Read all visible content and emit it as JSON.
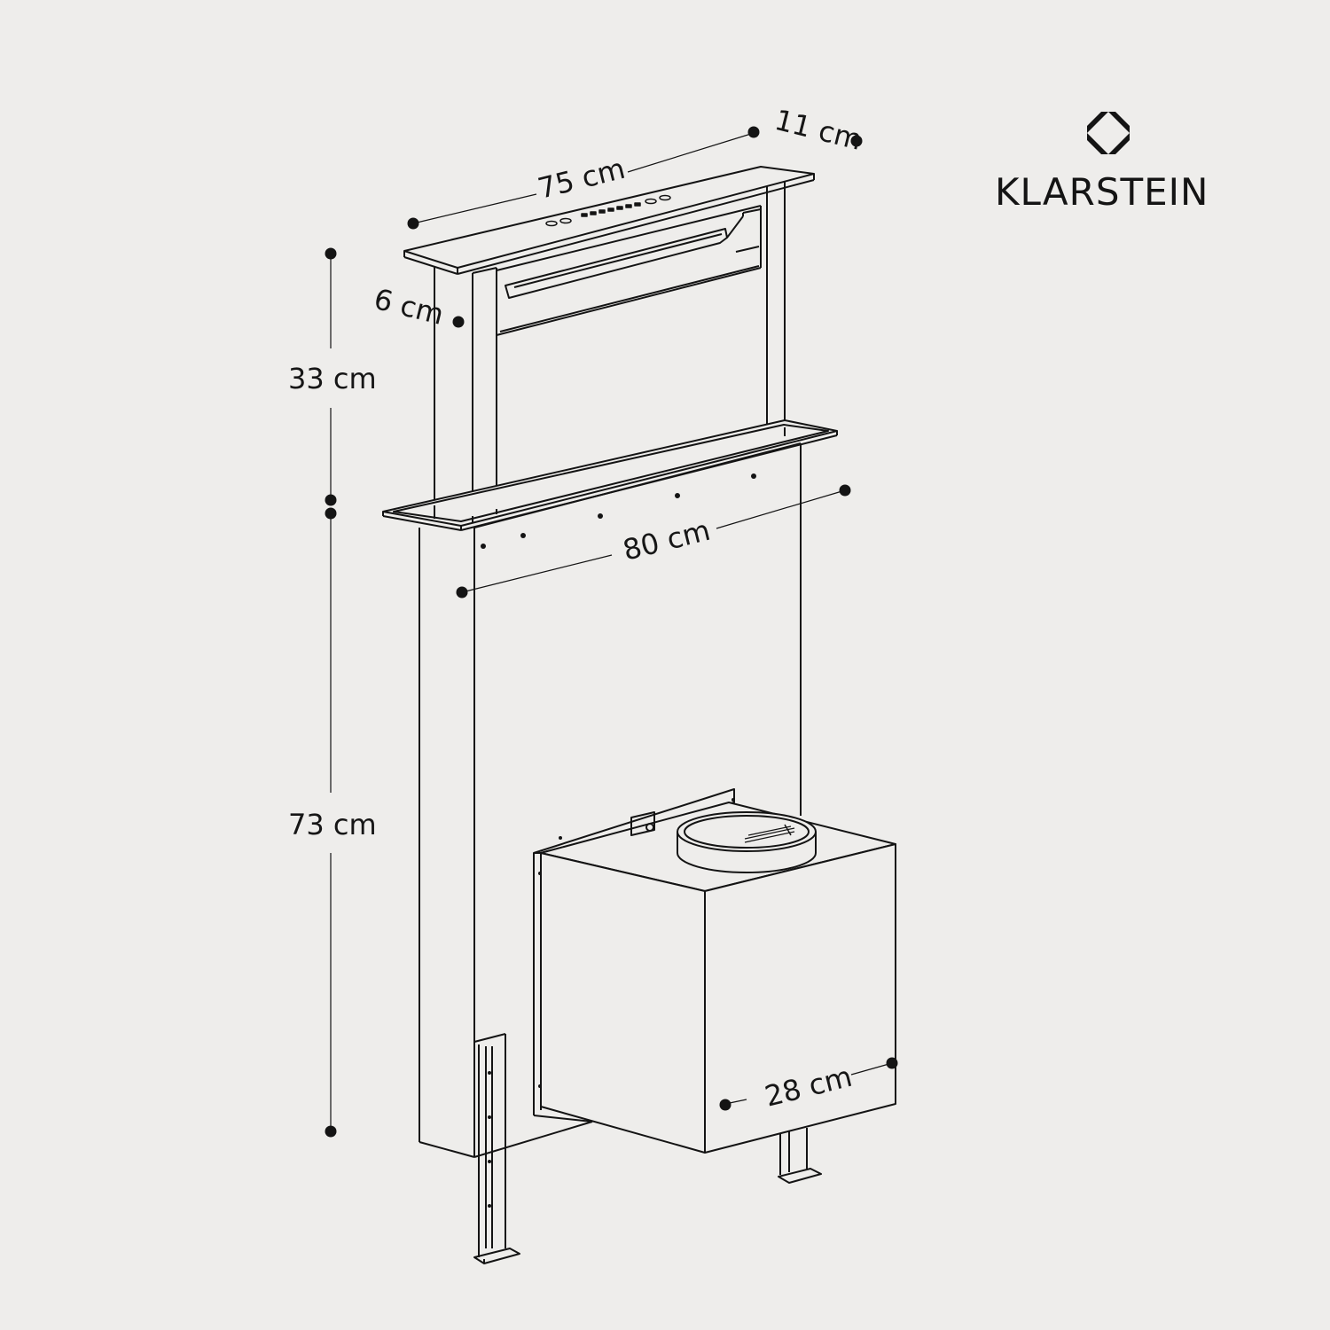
{
  "brand": {
    "name": "KLARSTEIN",
    "logo_icon": "klarstein-diamond-logo-icon"
  },
  "dimensions": {
    "width_top": "75 cm",
    "depth_top": "11 cm",
    "panel_thickness": "6 cm",
    "raised_height": "33 cm",
    "install_height": "73 cm",
    "width_body": "80 cm",
    "motor_depth": "28 cm"
  },
  "colors": {
    "background": "#eeedeb",
    "line": "#141414"
  }
}
